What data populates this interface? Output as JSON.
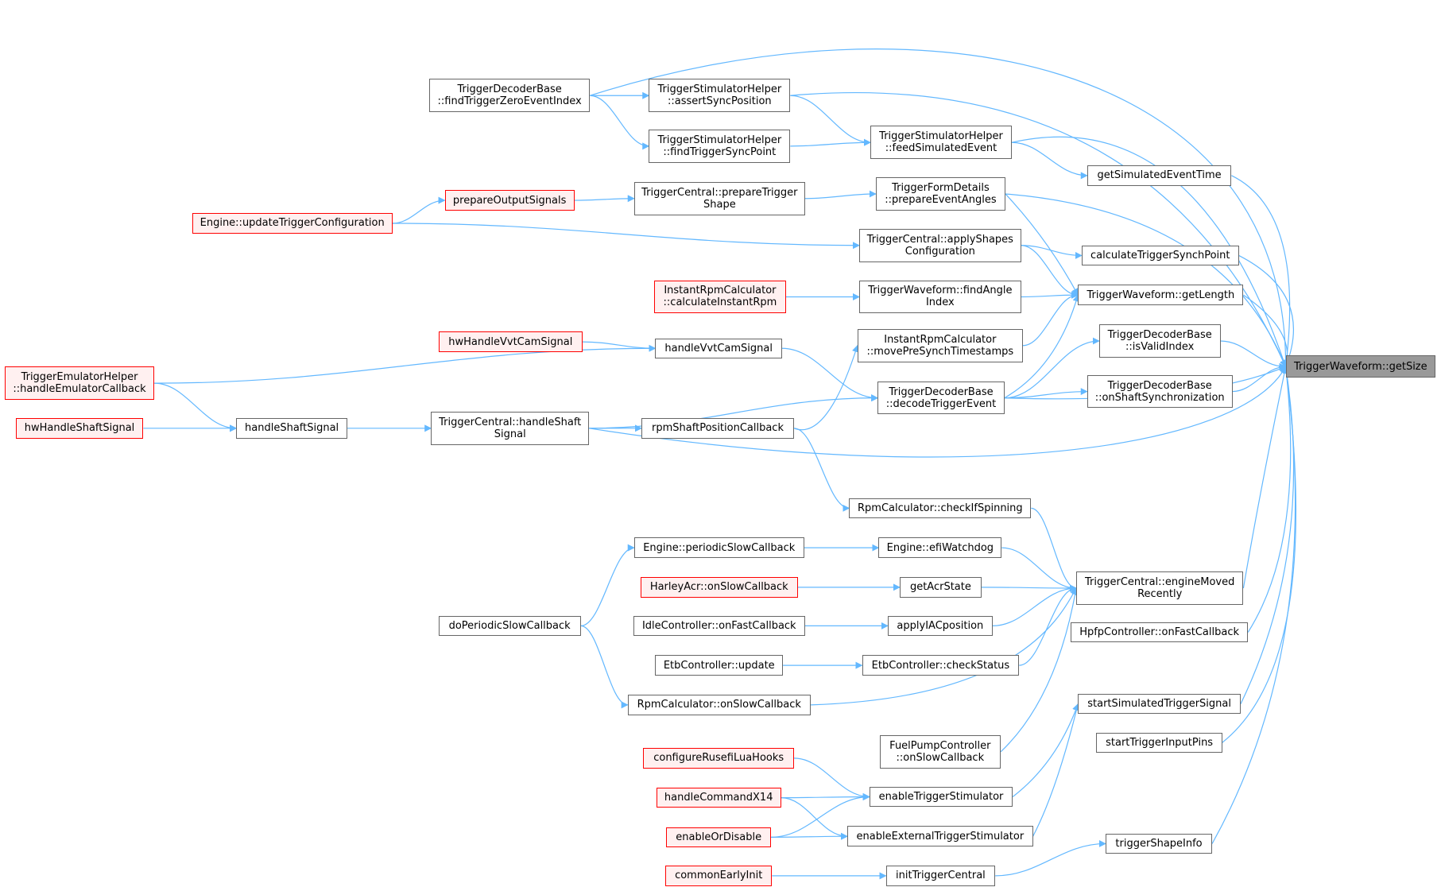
{
  "graph": {
    "edge_color": "#63b8ff",
    "border_default": "#666666",
    "border_highlighted": "#ff0000",
    "fill_highlighted": "#fff0f0",
    "fill_root": "#999999",
    "root": {
      "line1": "TriggerWaveform::getSize",
      "line2": ""
    },
    "nodes": {
      "tdb_findzero": {
        "line1": "TriggerDecoderBase",
        "line2": "::findTriggerZeroEventIndex"
      },
      "tsh_assert": {
        "line1": "TriggerStimulatorHelper",
        "line2": "::assertSyncPosition"
      },
      "tsh_findsync": {
        "line1": "TriggerStimulatorHelper",
        "line2": "::findTriggerSyncPoint"
      },
      "tsh_feed": {
        "line1": "TriggerStimulatorHelper",
        "line2": "::feedSimulatedEvent"
      },
      "getsimtime": {
        "line1": "getSimulatedEventTime",
        "line2": ""
      },
      "prepout": {
        "line1": "prepareOutputSignals",
        "line2": ""
      },
      "tc_prepshape": {
        "line1": "TriggerCentral::prepareTrigger",
        "line2": "Shape"
      },
      "tfd_prepangles": {
        "line1": "TriggerFormDetails",
        "line2": "::prepareEventAngles"
      },
      "eng_update": {
        "line1": "Engine::updateTriggerConfiguration",
        "line2": ""
      },
      "tc_applyshapes": {
        "line1": "TriggerCentral::applyShapes",
        "line2": "Configuration"
      },
      "calcsynch": {
        "line1": "calculateTriggerSynchPoint",
        "line2": ""
      },
      "irc_calcrpm": {
        "line1": "InstantRpmCalculator",
        "line2": "::calculateInstantRpm"
      },
      "tw_findangle": {
        "line1": "TriggerWaveform::findAngle",
        "line2": "Index"
      },
      "tw_getlength": {
        "line1": "TriggerWaveform::getLength",
        "line2": ""
      },
      "hw_vvt": {
        "line1": "hwHandleVvtCamSignal",
        "line2": ""
      },
      "handle_vvt": {
        "line1": "handleVvtCamSignal",
        "line2": ""
      },
      "irc_moveprs": {
        "line1": "InstantRpmCalculator",
        "line2": "::movePreSynchTimestamps"
      },
      "tdb_isvalid": {
        "line1": "TriggerDecoderBase",
        "line2": "::isValidIndex"
      },
      "emu_callback": {
        "line1": "TriggerEmulatorHelper",
        "line2": "::handleEmulatorCallback"
      },
      "tdb_decode": {
        "line1": "TriggerDecoderBase",
        "line2": "::decodeTriggerEvent"
      },
      "tdb_onshaft": {
        "line1": "TriggerDecoderBase",
        "line2": "::onShaftSynchronization"
      },
      "hw_shaft": {
        "line1": "hwHandleShaftSignal",
        "line2": ""
      },
      "handle_shaft": {
        "line1": "handleShaftSignal",
        "line2": ""
      },
      "tc_handleshaft": {
        "line1": "TriggerCentral::handleShaft",
        "line2": "Signal"
      },
      "rpm_shaftcb": {
        "line1": "rpmShaftPositionCallback",
        "line2": ""
      },
      "rpm_checkspin": {
        "line1": "RpmCalculator::checkIfSpinning",
        "line2": ""
      },
      "eng_periodic": {
        "line1": "Engine::periodicSlowCallback",
        "line2": ""
      },
      "eng_watchdog": {
        "line1": "Engine::efiWatchdog",
        "line2": ""
      },
      "harley": {
        "line1": "HarleyAcr::onSlowCallback",
        "line2": ""
      },
      "getacr": {
        "line1": "getAcrState",
        "line2": ""
      },
      "tc_engmoved": {
        "line1": "TriggerCentral::engineMoved",
        "line2": "Recently"
      },
      "doperiodic": {
        "line1": "doPeriodicSlowCallback",
        "line2": ""
      },
      "idle_fast": {
        "line1": "IdleController::onFastCallback",
        "line2": ""
      },
      "applyiac": {
        "line1": "applyIACposition",
        "line2": ""
      },
      "hpfp_fast": {
        "line1": "HpfpController::onFastCallback",
        "line2": ""
      },
      "etb_update": {
        "line1": "EtbController::update",
        "line2": ""
      },
      "etb_check": {
        "line1": "EtbController::checkStatus",
        "line2": ""
      },
      "rpm_slow": {
        "line1": "RpmCalculator::onSlowCallback",
        "line2": ""
      },
      "startsim": {
        "line1": "startSimulatedTriggerSignal",
        "line2": ""
      },
      "startpins": {
        "line1": "startTriggerInputPins",
        "line2": ""
      },
      "fuelpump": {
        "line1": "FuelPumpController",
        "line2": "::onSlowCallback"
      },
      "lua_hooks": {
        "line1": "configureRusefiLuaHooks",
        "line2": ""
      },
      "cmd_x14": {
        "line1": "handleCommandX14",
        "line2": ""
      },
      "en_stim": {
        "line1": "enableTriggerStimulator",
        "line2": ""
      },
      "en_or_dis": {
        "line1": "enableOrDisable",
        "line2": ""
      },
      "en_ext_stim": {
        "line1": "enableExternalTriggerStimulator",
        "line2": ""
      },
      "shapeinfo": {
        "line1": "triggerShapeInfo",
        "line2": ""
      },
      "early_init": {
        "line1": "commonEarlyInit",
        "line2": ""
      },
      "init_tc": {
        "line1": "initTriggerCentral",
        "line2": ""
      }
    }
  }
}
